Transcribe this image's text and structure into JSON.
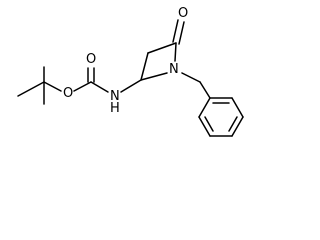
{
  "molecule": {
    "atom_labels": {
      "carbonyl_oxygen_boc": "O",
      "ester_oxygen": "O",
      "amide_nitrogen_nh": "N",
      "amide_hydrogen": "H",
      "lactam_oxygen": "O",
      "ring_nitrogen": "N"
    },
    "colors": {
      "bond": "#000000",
      "label": "#000000",
      "background": "#ffffff"
    }
  }
}
